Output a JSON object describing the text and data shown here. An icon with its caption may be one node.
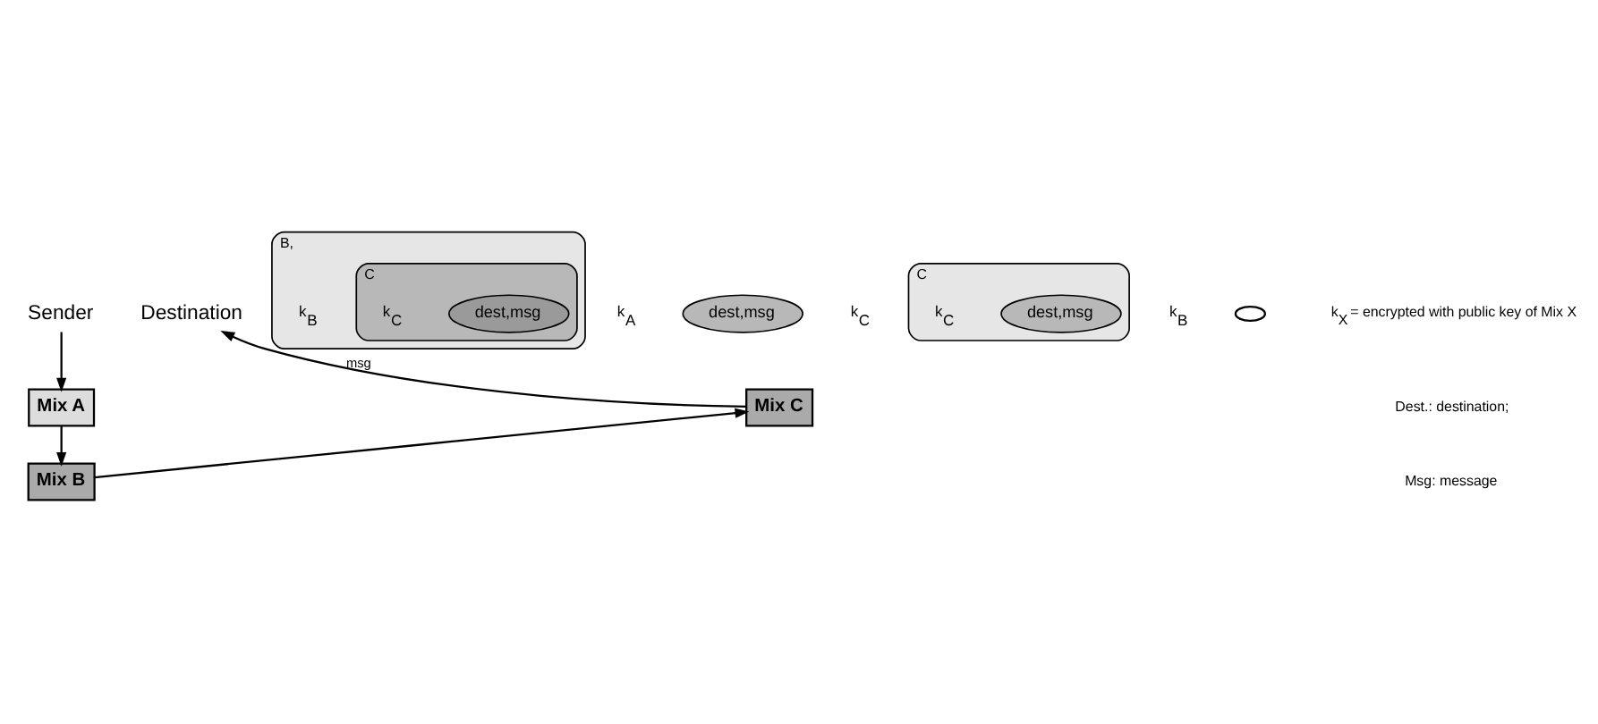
{
  "diagram": {
    "nodes": [
      {
        "text": [
          "Sender"
        ]
      },
      {
        "text": [
          "B,"
        ],
        "beside": [
          "k$_{A}$"
        ]
      },
      {
        "text": [
          "C"
        ],
        "in": 1,
        "beside": [
          "k$_{B}$"
        ]
      },
      {
        "text": [
          "dest,msg"
        ],
        "in": 2,
        "beside": [
          "k$_{C}$"
        ]
      },
      {
        "text": [
          "Destination"
        ]
      },
      {
        "text": [
          "Mix C"
        ]
      },
      {
        "text": [
          "dest,msg"
        ],
        "beside": [
          "k$_{C}$"
        ]
      },
      {
        "text": [
          "Mix A"
        ]
      },
      {
        "text": [
          "C"
        ],
        "beside": [
          "k$_{B}$"
        ]
      },
      {
        "text": [
          "dest,msg"
        ],
        "in": 8,
        "beside": [
          "k$_{C}$"
        ]
      },
      {
        "text": [
          "Mix B"
        ]
      }
    ],
    "edges": [
      {
        "from": 0,
        "to": 7,
        "arrow": "to"
      },
      {
        "from": 7,
        "to": 10,
        "arrow": "to"
      },
      {
        "from": 10,
        "to": 5,
        "arrow": "to"
      },
      {
        "from": 5,
        "to": 4,
        "arrow": "to",
        "label": "msg"
      }
    ],
    "labels": [
      "Dest.: destination;",
      "Msg: message"
    ],
    "legend": [
      {
        "text": "k$_{X}$ = encrypted with public key of Mix X"
      }
    ]
  }
}
